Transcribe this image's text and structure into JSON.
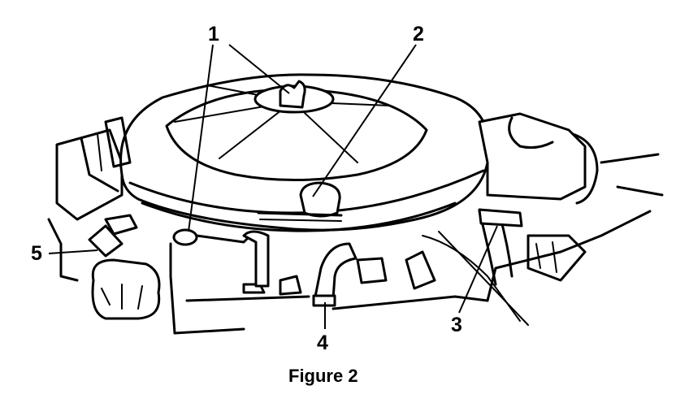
{
  "figure": {
    "caption": "Figure 2",
    "callouts": [
      {
        "id": "1",
        "label": "1"
      },
      {
        "id": "2",
        "label": "2"
      },
      {
        "id": "3",
        "label": "3"
      },
      {
        "id": "4",
        "label": "4"
      },
      {
        "id": "5",
        "label": "5"
      }
    ]
  },
  "colors": {
    "ink": "#000000",
    "paper": "#ffffff"
  }
}
